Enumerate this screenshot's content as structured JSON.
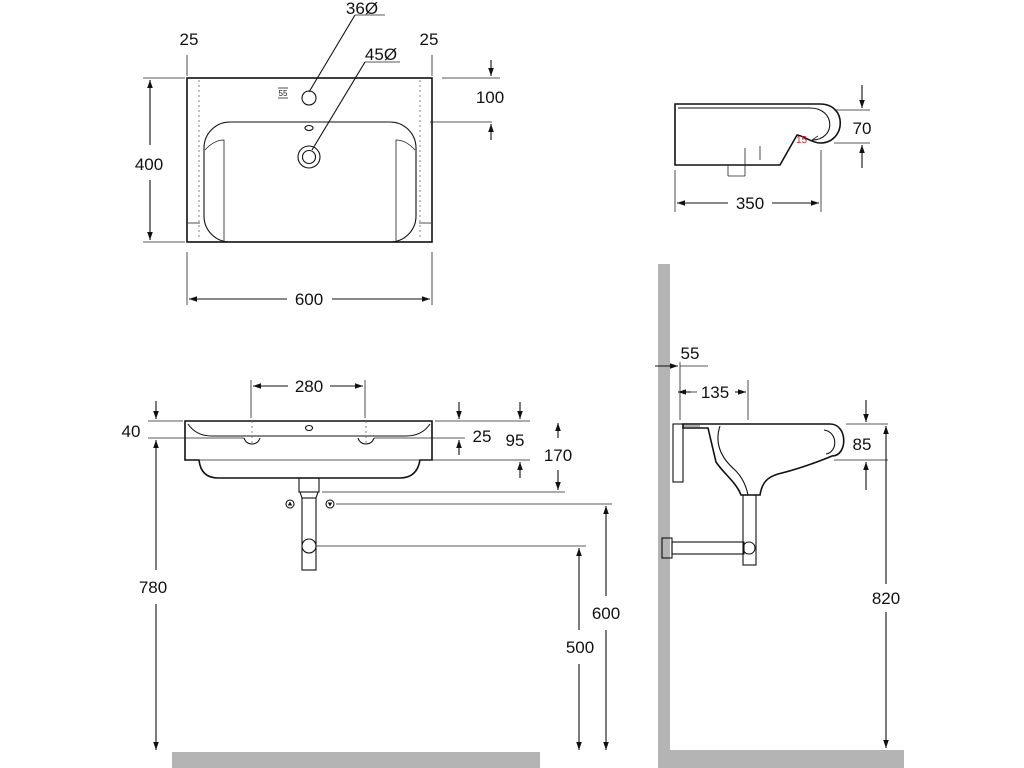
{
  "top_view": {
    "width": "600",
    "depth": "400",
    "rim_left": "25",
    "rim_right": "25",
    "tap_hole": "36Ø",
    "waste_hole": "45Ø",
    "tap_offset": "100",
    "tap_small": "55"
  },
  "side_profile": {
    "depth": "350",
    "height": "70",
    "angle": "15"
  },
  "front_view": {
    "bracket_spacing": "280",
    "rim_thickness": "40",
    "top_to_holes": "25",
    "basin_height": "95",
    "total_height": "170",
    "rim_height": "780",
    "trap_height": "600",
    "outlet_height": "500"
  },
  "wall_view": {
    "wall_offset": "55",
    "waste_offset": "135",
    "basin_height": "85",
    "rim_height": "820"
  }
}
